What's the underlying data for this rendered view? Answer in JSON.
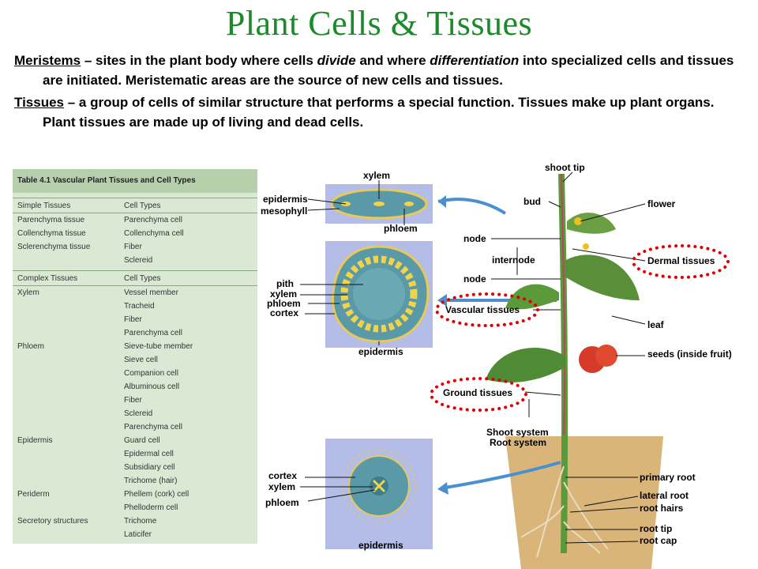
{
  "title": "Plant Cells & Tissues",
  "definitions": [
    {
      "term": "Meristems",
      "parts": [
        " – sites in the plant body where cells ",
        "divide",
        " and where ",
        "differentiation",
        " into specialized cells and tissues are initiated.  Meristematic areas are the source of new cells and tissues."
      ]
    },
    {
      "term": "Tissues",
      "text": " – a group of cells of similar structure that performs a special function.  Tissues make up plant organs.  Plant tissues are made up of living and dead cells."
    }
  ],
  "table": {
    "title": "Table 4.1 Vascular Plant Tissues and Cell Types",
    "simple_header": [
      "Simple Tissues",
      "Cell Types"
    ],
    "simple_rows": [
      [
        "Parenchyma tissue",
        "Parenchyma cell"
      ],
      [
        "Collenchyma tissue",
        "Collenchyma cell"
      ],
      [
        "Sclerenchyma tissue",
        "Fiber"
      ],
      [
        "",
        "Sclereid"
      ]
    ],
    "complex_header": [
      "Complex Tissues",
      "Cell Types"
    ],
    "complex_rows": [
      [
        "Xylem",
        "Vessel member"
      ],
      [
        "",
        "Tracheid"
      ],
      [
        "",
        "Fiber"
      ],
      [
        "",
        "Parenchyma cell"
      ],
      [
        "Phloem",
        "Sieve-tube member"
      ],
      [
        "",
        "Sieve cell"
      ],
      [
        "",
        "Companion cell"
      ],
      [
        "",
        "Albuminous cell"
      ],
      [
        "",
        "Fiber"
      ],
      [
        "",
        "Sclereid"
      ],
      [
        "",
        "Parenchyma cell"
      ],
      [
        "Epidermis",
        "Guard cell"
      ],
      [
        "",
        "Epidermal cell"
      ],
      [
        "",
        "Subsidiary cell"
      ],
      [
        "",
        "Trichome (hair)"
      ],
      [
        "Periderm",
        "Phellem (cork) cell"
      ],
      [
        "",
        "Phelloderm cell"
      ],
      [
        "Secretory structures",
        "Trichome"
      ],
      [
        "",
        "Laticifer"
      ]
    ]
  },
  "diagram_labels": {
    "leaf_xs_xylem": "xylem",
    "leaf_xs_epidermis": "epidermis",
    "leaf_xs_mesophyll": "mesophyll",
    "leaf_xs_phloem": "phloem",
    "stem_pith": "pith",
    "stem_xylem": "xylem",
    "stem_phloem": "phloem",
    "stem_cortex": "cortex",
    "stem_epidermis": "epidermis",
    "root_cortex": "cortex",
    "root_xylem": "xylem",
    "root_phloem": "phloem",
    "root_epidermis": "epidermis",
    "shoot_tip": "shoot tip",
    "bud": "bud",
    "flower": "flower",
    "node1": "node",
    "internode": "internode",
    "node2": "node",
    "dermal": "Dermal tissues",
    "vascular": "Vascular tissues",
    "leaf": "leaf",
    "seeds": "seeds (inside fruit)",
    "ground": "Ground tissues",
    "shoot_system": "Shoot system",
    "root_system": "Root system",
    "primary_root": "primary root",
    "lateral_root": "lateral root",
    "root_hairs": "root hairs",
    "root_tip": "root tip",
    "root_cap": "root cap"
  },
  "colors": {
    "title": "#1a8a2a",
    "highlight_dots": "#e00000",
    "arrow": "#4a8fd0",
    "soil": "#d9b57a",
    "panel": "#b3bde8",
    "table_bg": "#dbe9d4"
  }
}
